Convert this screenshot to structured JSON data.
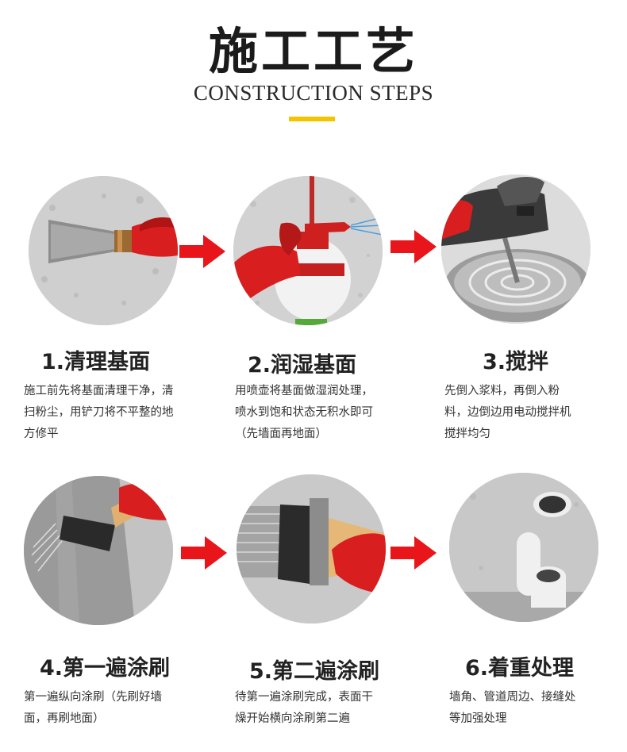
{
  "header": {
    "title": "施工工艺",
    "subtitle": "CONSTRUCTION STEPS"
  },
  "colors": {
    "accent": "#f5c400",
    "arrow": "#e8161b",
    "glove": "#d81e1e"
  },
  "steps": [
    {
      "title": "1.清理基面",
      "desc": [
        "施工前先将基面清理干净，清",
        "扫粉尘，用铲刀将不平整的地",
        "方修平"
      ],
      "icon": "scraper-icon"
    },
    {
      "title": "2.润湿基面",
      "desc": [
        "用喷壶将基面做湿润处理，",
        "喷水到饱和状态无积水即可",
        "（先墙面再地面）"
      ],
      "icon": "spray-bottle-icon"
    },
    {
      "title": "3.搅拌",
      "desc": [
        "先倒入浆料，再倒入粉",
        "料，边倒边用电动搅拌机",
        "搅拌均匀"
      ],
      "icon": "mixer-icon"
    },
    {
      "title": "4.第一遍涂刷",
      "desc": [
        "第一遍纵向涂刷（先刷好墙",
        "面，再刷地面）"
      ],
      "icon": "brush-vertical-icon"
    },
    {
      "title": "5.第二遍涂刷",
      "desc": [
        "待第一遍涂刷完成，表面干",
        "燥开始横向涂刷第二遍"
      ],
      "icon": "brush-horizontal-icon"
    },
    {
      "title": "6.着重处理",
      "desc": [
        "墙角、管道周边、接缝处",
        "等加强处理"
      ],
      "icon": "pipe-icon"
    }
  ]
}
